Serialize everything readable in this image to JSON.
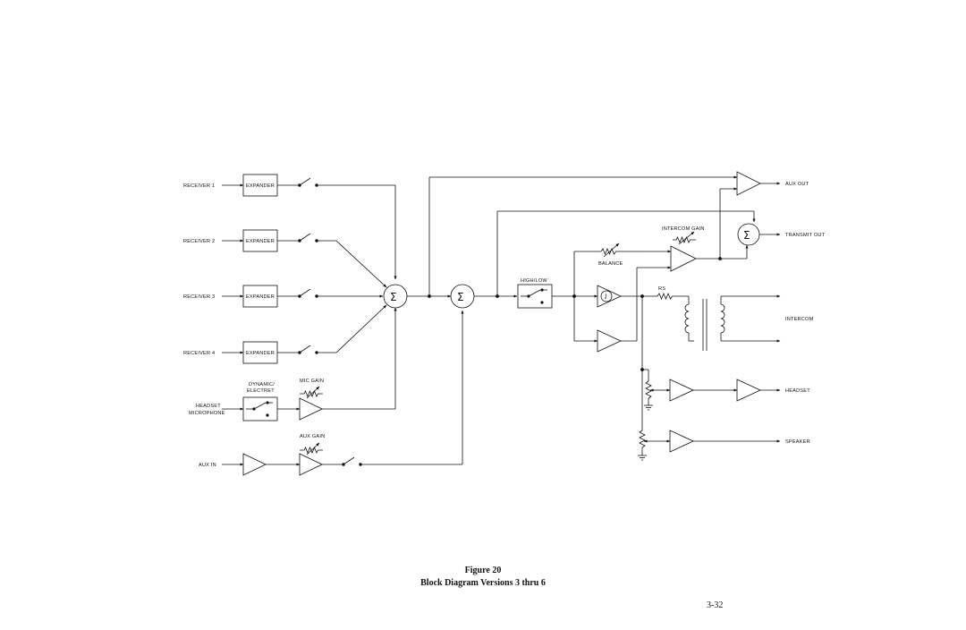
{
  "diagram": {
    "inputs": {
      "receiver1": "RECEIVER 1",
      "receiver2": "RECEIVER 2",
      "receiver3": "RECEIVER 3",
      "receiver4": "RECEIVER 4",
      "headset_mic_line1": "HEADSET",
      "headset_mic_line2": "MICROPHONE",
      "aux_in": "AUX IN"
    },
    "blocks": {
      "expander": "EXPANDER",
      "dynamic_line1": "DYNAMIC/",
      "dynamic_line2": "ELECTRET",
      "mic_gain": "MIC GAIN",
      "aux_gain": "AUX GAIN",
      "high_low": "HIGH/LOW",
      "intercom_gain": "INTERCOM GAIN",
      "balance": "BALANCE",
      "rs": "RS",
      "sum_symbol": "Σ",
      "i_symbol": "i"
    },
    "outputs": {
      "aux_out": "AUX OUT",
      "transmit_out": "TRANSMIT OUT",
      "intercom": "INTERCOM",
      "headset": "HEADSET",
      "speaker": "SPEAKER"
    }
  },
  "caption": {
    "figure": "Figure  20",
    "title": "Block Diagram Versions 3 thru 6"
  },
  "page_number": "3-32"
}
